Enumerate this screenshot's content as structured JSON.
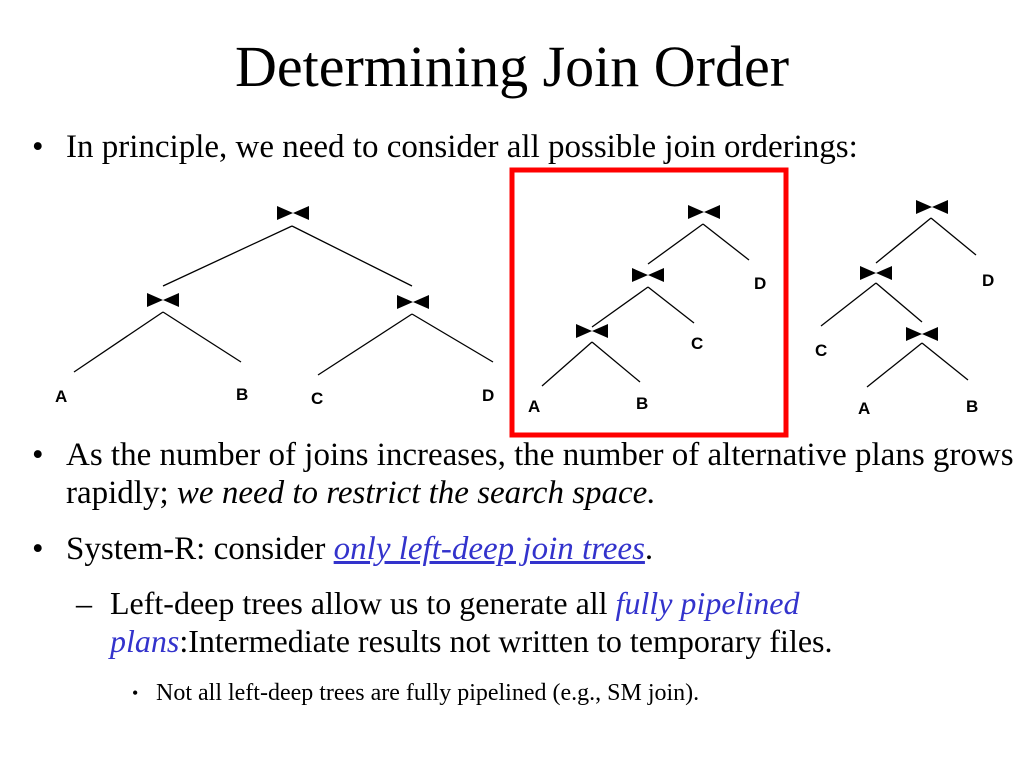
{
  "title": "Determining Join Order",
  "bullets": {
    "b1": "In principle, we need to consider all possible join orderings:",
    "b2_plain": "As the number of joins increases, the number of alternative plans grows rapidly; ",
    "b2_italic": "we need to restrict the search space.",
    "b3_plain": "System-R: consider ",
    "b3_link": "only left-deep join trees",
    "b3_end": ".",
    "b4_plain": "Left-deep trees allow us to generate all ",
    "b4_blue": "fully pipelined plans",
    "b4_end": ":Intermediate results not written to temporary files.",
    "b5": "Not all left-deep trees are fully pipelined (e.g., SM join)."
  },
  "markers": {
    "bullet": "•",
    "dash": "–",
    "small_bullet": "•"
  },
  "diagram": {
    "join_symbol": "bowtie-join-icon",
    "highlight_color": "#ff0000",
    "trees": [
      {
        "name": "bushy",
        "leaves": [
          "A",
          "B",
          "C",
          "D"
        ]
      },
      {
        "name": "left-deep",
        "leaves": [
          "A",
          "B",
          "C",
          "D"
        ],
        "highlighted": true
      },
      {
        "name": "mixed",
        "leaves": [
          "C",
          "A",
          "B",
          "D"
        ]
      }
    ]
  }
}
